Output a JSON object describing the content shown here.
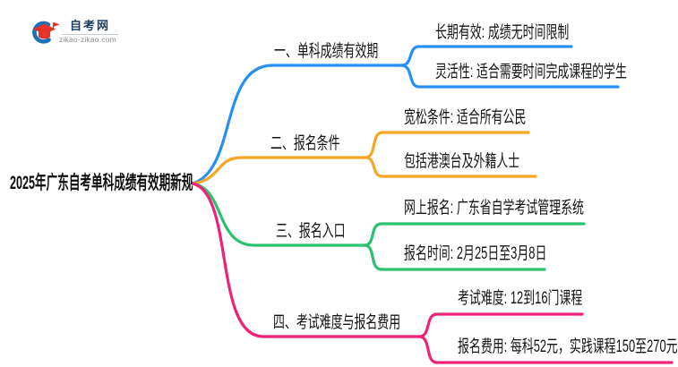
{
  "logo": {
    "site_name": "自考网",
    "site_url": "zikao-zikao.com",
    "colors": {
      "brand_blue": "#1d6fb8",
      "brand_red": "#e63329"
    }
  },
  "root": {
    "title": "2025年广东自考单科成绩有效期新规"
  },
  "branches": [
    {
      "label": "一、单科成绩有效期",
      "color": "#2490f5",
      "children": [
        "长期有效: 成绩无时间限制",
        "灵活性: 适合需要时间完成课程的学生"
      ]
    },
    {
      "label": "二、报名条件",
      "color": "#f5a623",
      "children": [
        "宽松条件: 适合所有公民",
        "包括港澳台及外籍人士"
      ]
    },
    {
      "label": "三、报名入口",
      "color": "#2bc26e",
      "children": [
        "网上报名: 广东省自学考试管理系统",
        "报名时间: 2月25日至3月8日"
      ]
    },
    {
      "label": "四、考试难度与报名费用",
      "color": "#ef2179",
      "children": [
        "考试难度: 12到16门课程",
        "报名费用: 每科52元，实践课程150至270元"
      ]
    }
  ]
}
